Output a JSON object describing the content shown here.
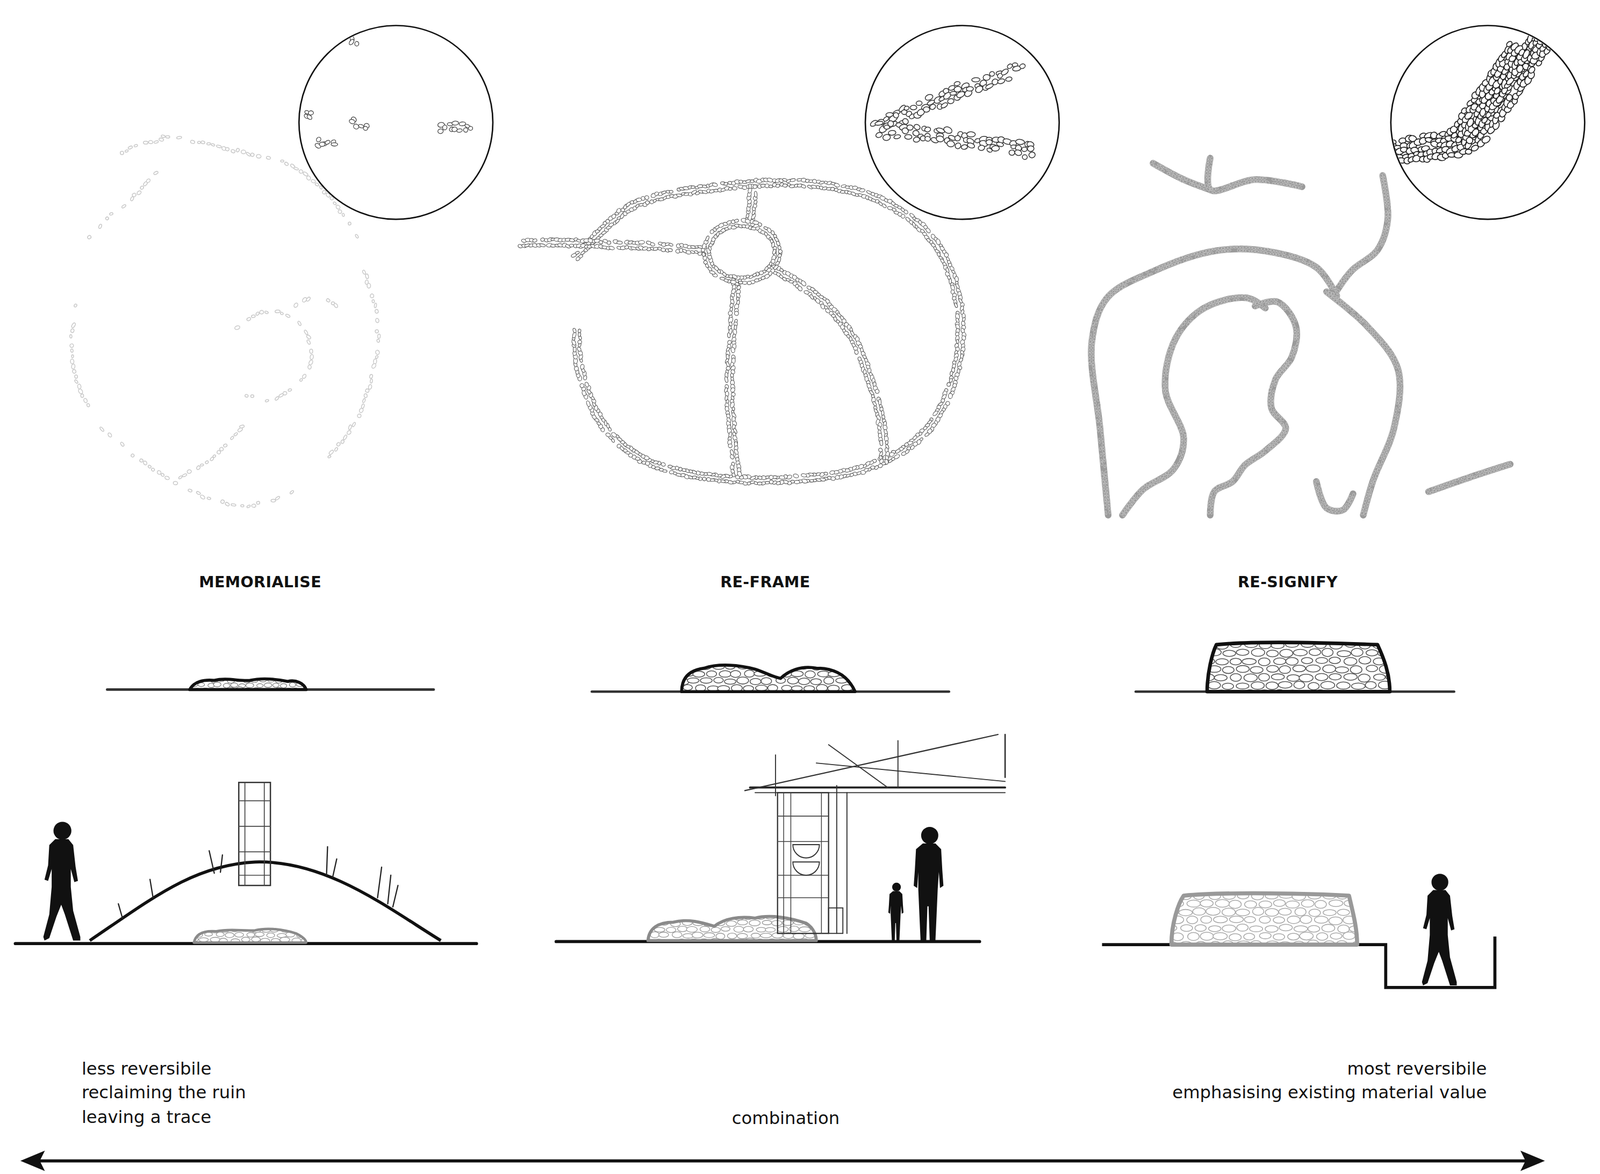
{
  "diagram": {
    "labels": [
      "MEMORIALISE",
      "RE-FRAME",
      "RE-SIGNIFY",
      "less reversibile",
      "reclaiming the ruin",
      "leaving a trace",
      "combination",
      "most reversibile",
      "emphasising existing material value"
    ]
  }
}
